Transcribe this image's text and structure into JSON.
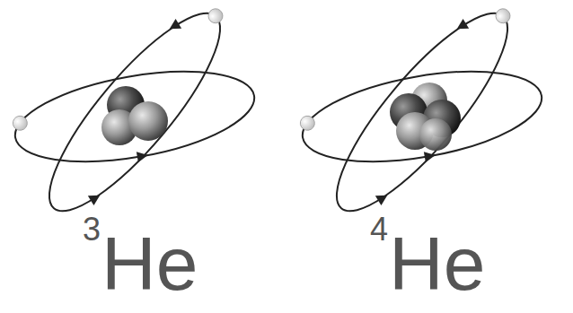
{
  "diagram": {
    "labels": [
      "3",
      "He",
      "4",
      "He"
    ]
  }
}
